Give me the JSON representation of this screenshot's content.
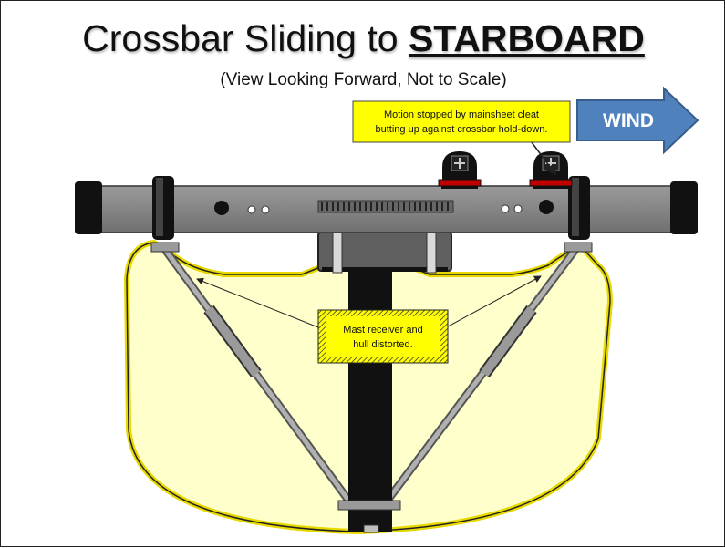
{
  "title": {
    "prefix": "Crossbar Sliding to ",
    "emphasis": "STARBOARD"
  },
  "subtitle": "(View Looking Forward, Not to Scale)",
  "wind_label": "WIND",
  "callouts": {
    "cleat_line1": "Motion stopped by mainsheet cleat",
    "cleat_line2": "butting up against crossbar hold-down.",
    "mast_line1": "Mast receiver and",
    "mast_line2": "hull distorted."
  },
  "colors": {
    "hull_fill": "#ffffcc",
    "hull_outline": "#e6d800",
    "crossbar": "#7f7f7f",
    "callout_fill": "#ffff00",
    "wind_arrow": "#4f81bd",
    "cleat_red": "#c00000"
  },
  "icons": [
    "wind-arrow-icon",
    "mainsheet-cleat-icon"
  ]
}
